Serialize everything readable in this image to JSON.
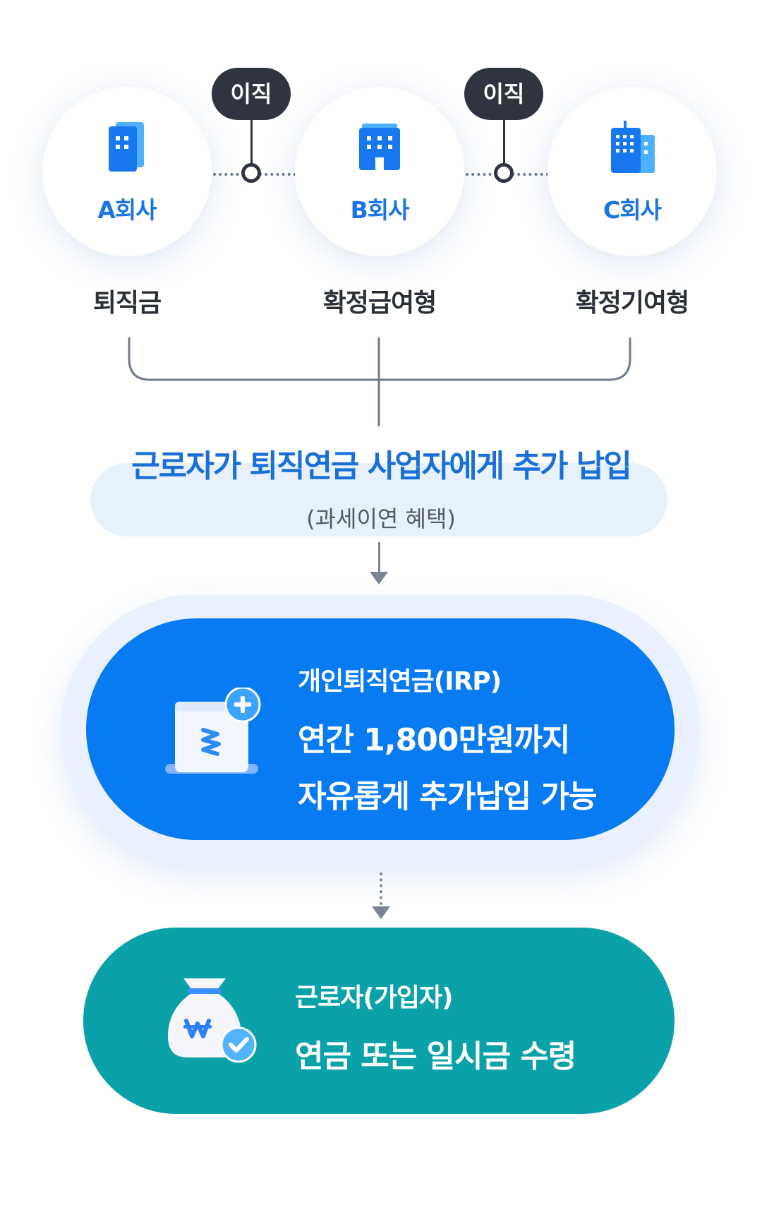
{
  "companies": [
    {
      "name": "A회사"
    },
    {
      "name": "B회사"
    },
    {
      "name": "C회사"
    }
  ],
  "transfer_label": "이직",
  "plans": [
    "퇴직금",
    "확정급여형",
    "확정기여형"
  ],
  "benefit": {
    "title": "근로자가 퇴직연금 사업자에게 추가 납입",
    "subtitle": "(과세이연 혜택)"
  },
  "irp": {
    "title": "개인퇴직연금(IRP)",
    "line1": "연간 1,800만원까지",
    "line2": "자유롭게 추가납입 가능"
  },
  "worker": {
    "title": "근로자(가입자)",
    "line1": "연금 또는 일시금 수령"
  },
  "colors": {
    "accent": "#087bf2",
    "teal": "#0ba1a8",
    "dark_tag": "#2f3440",
    "company_text": "#1a74e6"
  }
}
